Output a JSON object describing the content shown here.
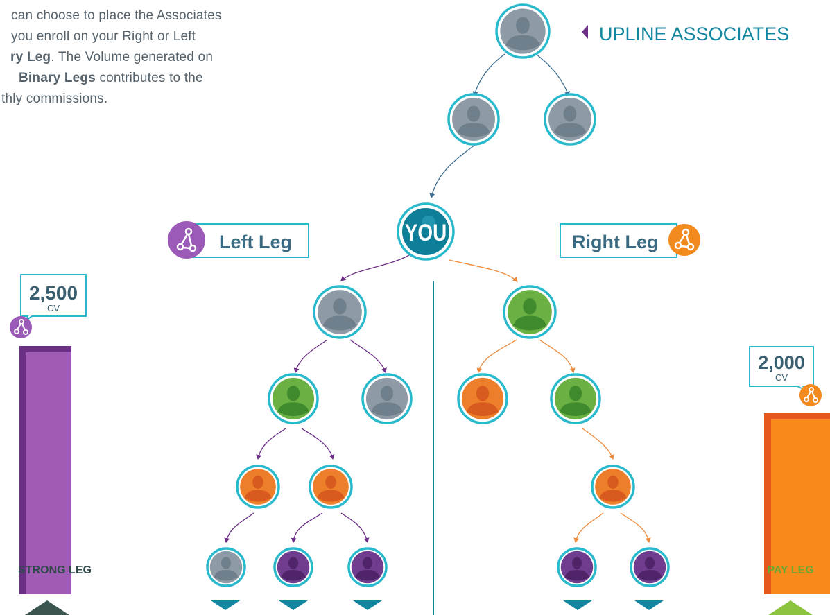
{
  "intro": {
    "line1": "can choose to place the Associates",
    "line2": "you enroll on your Right or Left",
    "line3_bold": "ry Leg",
    "line3_rest": ". The Volume generated on",
    "line4_bold": "Binary Legs",
    "line4_rest": " contributes to the",
    "line5": "thly commissions."
  },
  "upline_label": "UPLINE ASSOCIATES",
  "you_label": "YOU",
  "left_leg": {
    "label": "Left Leg",
    "color": "#9b5ab8"
  },
  "right_leg": {
    "label": "Right Leg",
    "color": "#f28a1e"
  },
  "strong_leg": {
    "value": "2,500",
    "unit": "CV",
    "caption": "STRONG LEG",
    "color": "#a05cb5"
  },
  "pay_leg": {
    "value": "2,000",
    "unit": "CV",
    "caption": "PAY LEG",
    "color": "#f88a1c"
  },
  "colors": {
    "teal": "#29b9cc",
    "grey_avatar": "#8e9ba6",
    "green_avatar": "#6ab043",
    "orange_avatar": "#ee7f2a",
    "purple_avatar": "#6f3c8e",
    "you_fill": "#0f7f99",
    "arrow_blue": "#3e6d8f",
    "arrow_purple": "#6b2f85",
    "arrow_orange": "#ee8a3b",
    "triangle_teal": "#12869f",
    "triangle_dark": "#3b5550",
    "triangle_green": "#8cc43f"
  }
}
